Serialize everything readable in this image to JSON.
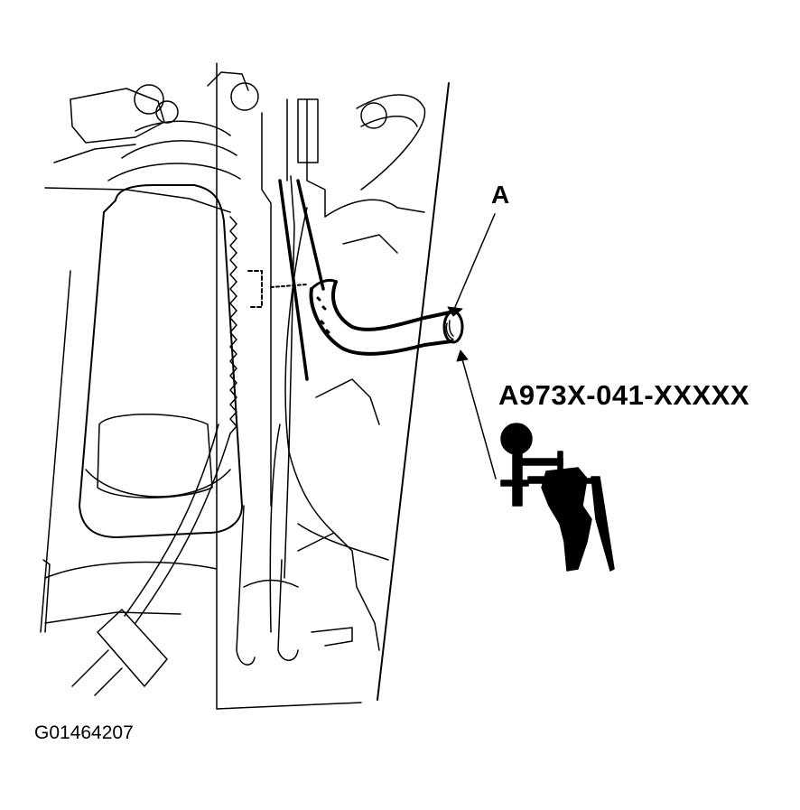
{
  "diagram": {
    "type": "technical-illustration",
    "subject": "engine compartment with vacuum hose connected to vacuum pump tool",
    "callouts": [
      {
        "id": "A",
        "label": "A",
        "target": "vacuum hose end"
      }
    ],
    "tool": {
      "part_number": "A973X-041-XXXXX",
      "depiction": "hand vacuum pump with gauge"
    },
    "figure_id": "G01464207",
    "colors": {
      "line": "#000000",
      "background": "#ffffff"
    }
  }
}
